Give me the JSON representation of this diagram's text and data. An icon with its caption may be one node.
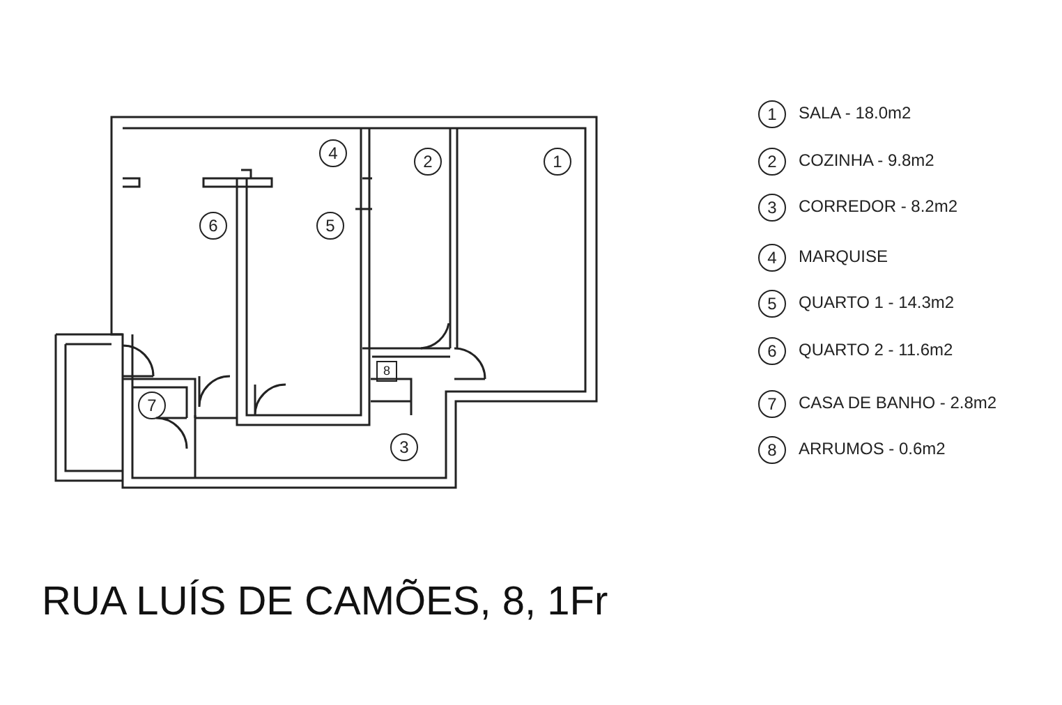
{
  "diagram": {
    "title": "RUA LUÍS DE CAMÕES, 8, 1Fr",
    "labels": [
      "4",
      "2",
      "1",
      "6",
      "5",
      "8",
      "7",
      "3",
      "1",
      "2",
      "3",
      "4",
      "5",
      "6",
      "7",
      "8"
    ],
    "legend": [
      {
        "text": "SALA - 18.0m2"
      },
      {
        "text": "COZINHA - 9.8m2"
      },
      {
        "text": "CORREDOR - 8.2m2"
      },
      {
        "text": "MARQUISE"
      },
      {
        "text": "QUARTO 1 - 14.3m2"
      },
      {
        "text": "QUARTO 2 - 11.6m2"
      },
      {
        "text": "CASA DE BANHO - 2.8m2"
      },
      {
        "text": "ARRUMOS - 0.6m2"
      }
    ]
  }
}
